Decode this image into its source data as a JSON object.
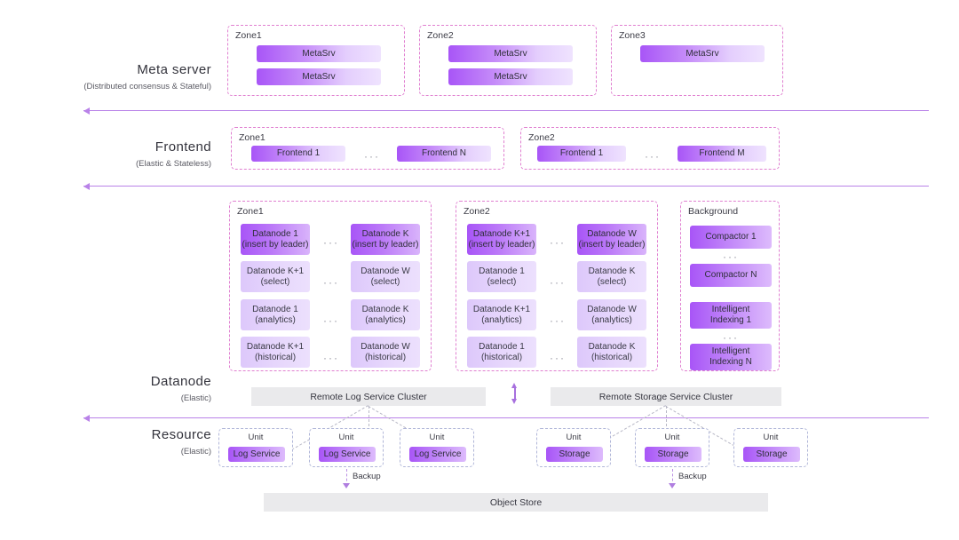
{
  "rows": [
    {
      "title": "Meta server",
      "subtitle": "(Distributed consensus & Stateful)"
    },
    {
      "title": "Frontend",
      "subtitle": "(Elastic & Stateless)"
    },
    {
      "title": "Datanode",
      "subtitle": "(Elastic)"
    },
    {
      "title": "Resource",
      "subtitle": "(Elastic)"
    }
  ],
  "meta_server": {
    "zones": [
      {
        "title": "Zone1",
        "nodes": [
          "MetaSrv",
          "MetaSrv"
        ]
      },
      {
        "title": "Zone2",
        "nodes": [
          "MetaSrv",
          "MetaSrv"
        ]
      },
      {
        "title": "Zone3",
        "nodes": [
          "MetaSrv"
        ]
      }
    ]
  },
  "frontend": {
    "zones": [
      {
        "title": "Zone1",
        "first": "Frontend 1",
        "ellipsis": "···",
        "last": "Frontend N"
      },
      {
        "title": "Zone2",
        "first": "Frontend 1",
        "ellipsis": "···",
        "last": "Frontend M"
      }
    ]
  },
  "datanode": {
    "zone1": {
      "title": "Zone1",
      "ellipsis": "···",
      "rows": [
        {
          "left": "Datanode 1",
          "left_sub": "(insert by leader)",
          "right": "Datanode K",
          "right_sub": "(insert by leader)",
          "highlight": true
        },
        {
          "left": "Datanode K+1",
          "left_sub": "(select)",
          "right": "Datanode W",
          "right_sub": "(select)",
          "highlight": false
        },
        {
          "left": "Datanode 1",
          "left_sub": "(analytics)",
          "right": "Datanode K",
          "right_sub": "(analytics)",
          "highlight": false
        },
        {
          "left": "Datanode K+1",
          "left_sub": "(historical)",
          "right": "Datanode W",
          "right_sub": "(historical)",
          "highlight": false
        }
      ]
    },
    "zone2": {
      "title": "Zone2",
      "ellipsis": "···",
      "rows": [
        {
          "left": "Datanode K+1",
          "left_sub": "(insert by leader)",
          "right": "Datanode W",
          "right_sub": "(insert by leader)",
          "highlight": true
        },
        {
          "left": "Datanode 1",
          "left_sub": "(select)",
          "right": "Datanode K",
          "right_sub": "(select)",
          "highlight": false
        },
        {
          "left": "Datanode K+1",
          "left_sub": "(analytics)",
          "right": "Datanode W",
          "right_sub": "(analytics)",
          "highlight": false
        },
        {
          "left": "Datanode 1",
          "left_sub": "(historical)",
          "right": "Datanode K",
          "right_sub": "(historical)",
          "highlight": false
        }
      ]
    },
    "background": {
      "title": "Background",
      "ellipsis": "···",
      "items": [
        "Compactor 1",
        "Compactor N",
        "Intelligent Indexing 1",
        "Intelligent Indexing N"
      ],
      "item_lines": [
        [
          "Compactor 1"
        ],
        [
          "Compactor N"
        ],
        [
          "Intelligent",
          "Indexing 1"
        ],
        [
          "Intelligent",
          "Indexing N"
        ]
      ]
    }
  },
  "clusters": {
    "log": "Remote Log Service Cluster",
    "storage": "Remote Storage Service Cluster"
  },
  "resource": {
    "unit_label": "Unit",
    "log_units": [
      "Log Service",
      "Log Service",
      "Log Service"
    ],
    "storage_units": [
      "Storage",
      "Storage",
      "Storage"
    ]
  },
  "backup": {
    "label_left": "Backup",
    "label_right": "Backup"
  },
  "object_store": {
    "label": "Object  Store"
  },
  "colors": {
    "accent": "#a855f7",
    "divider": "#b982e8",
    "zone_border": "#e07fd0",
    "bar_bg": "#eaeaec"
  }
}
